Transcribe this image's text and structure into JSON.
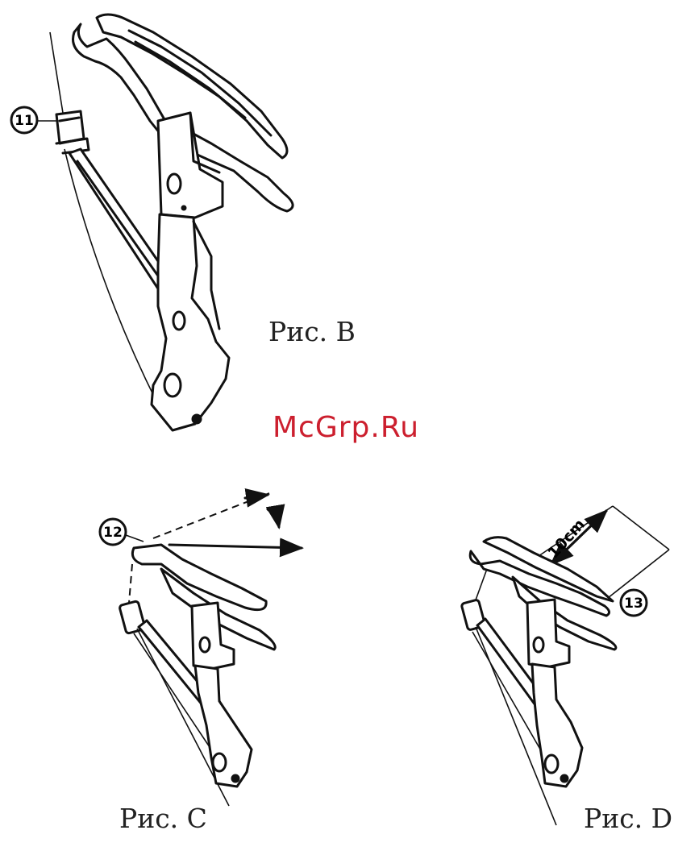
{
  "figures": {
    "b": {
      "caption": "Рис. B",
      "callout": "11"
    },
    "c": {
      "caption": "Рис. C",
      "callout": "12"
    },
    "d": {
      "caption": "Рис. D",
      "callout": "13",
      "dimension_label": "10cm"
    }
  },
  "watermark": {
    "text": "McGrp.Ru",
    "color": "#cc1f2e"
  }
}
